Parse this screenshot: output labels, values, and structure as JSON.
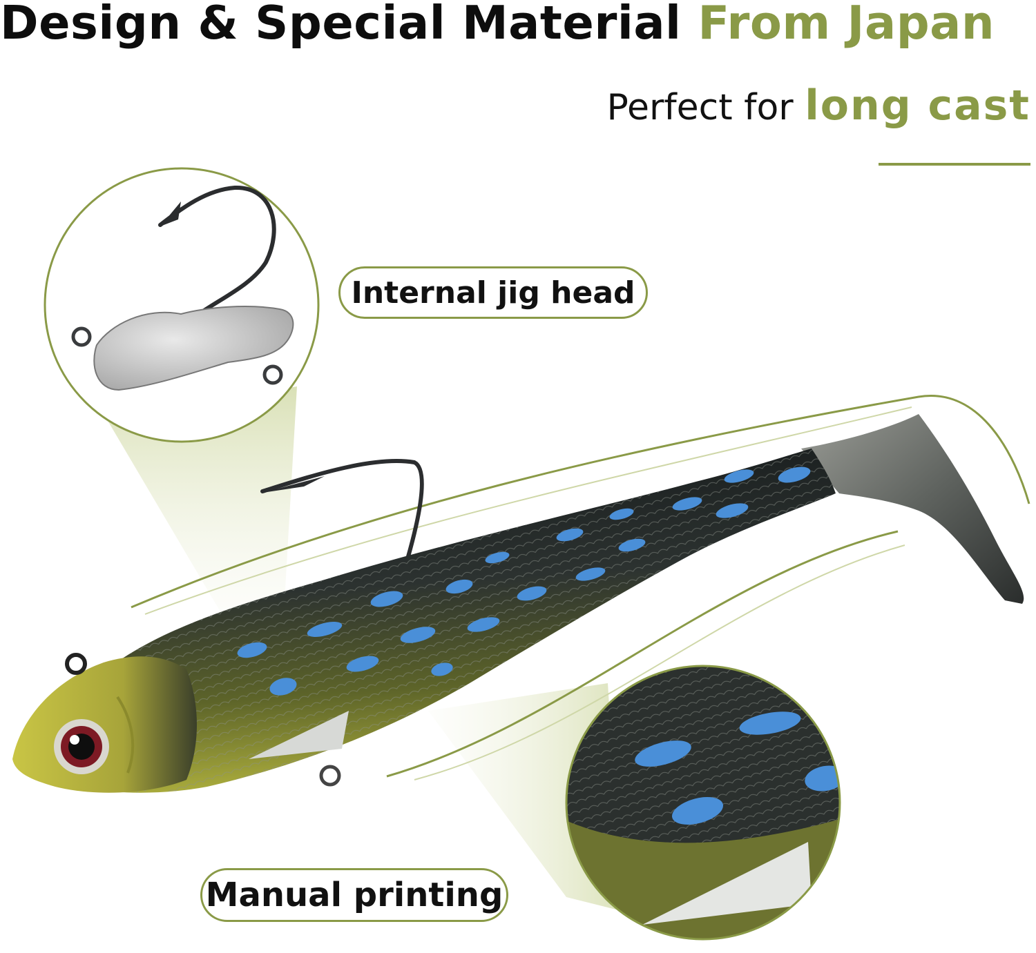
{
  "header": {
    "title_main": "Design & Special Material",
    "title_accent": "From Japan",
    "subtitle_main": "Perfect for",
    "subtitle_accent": "long cast"
  },
  "callouts": {
    "jig_head": "Internal jig head",
    "printing": "Manual printing"
  },
  "colors": {
    "accent_green": "#8a9a47",
    "body_dark": "#1f2522",
    "body_yellow": "#b6b436",
    "spot_blue": "#4a8fd8"
  },
  "icons": [
    "jig-head-icon",
    "hook-icon",
    "fish-lure-icon",
    "zoom-lens-icon"
  ]
}
